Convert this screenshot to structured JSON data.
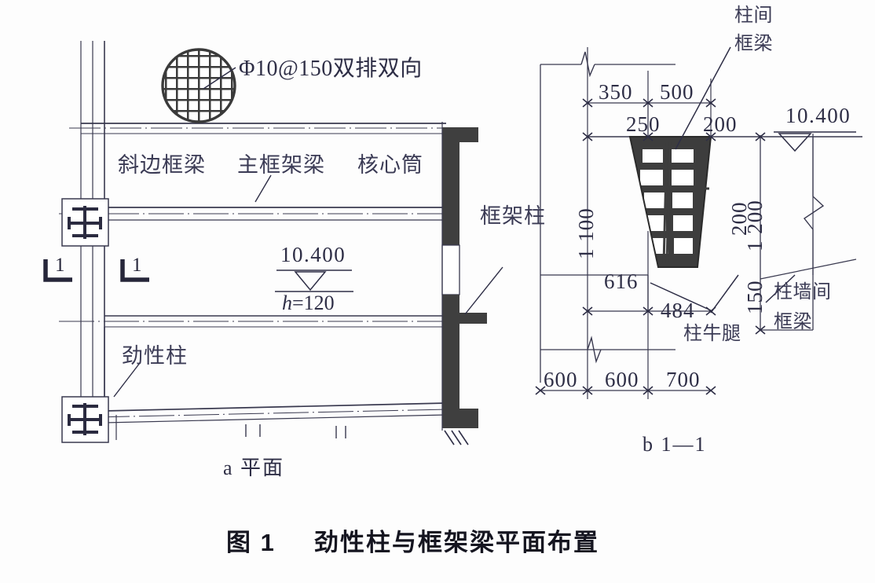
{
  "figure": {
    "caption_number": "图 1",
    "caption_title": "劲性柱与框架梁平面布置",
    "subcaption_a": "a  平面",
    "subcaption_b": "b  1—1"
  },
  "plan_view": {
    "name": "a 平面",
    "mesh_spec": "Φ10@150双排双向",
    "labels": {
      "slant_beam": "斜边框梁",
      "main_frame_beam": "主框架梁",
      "core_tube": "核心筒",
      "frame_column": "框架柱",
      "steel_column": "劲性柱"
    },
    "section_marks": [
      {
        "id": "section-mark-left",
        "text": "1"
      },
      {
        "id": "section-mark-right",
        "text": "1"
      }
    ],
    "elevation": {
      "value": "10.400",
      "thickness_note_prefix": "h",
      "thickness_note": "=120",
      "symbol": "elevation-triangle"
    }
  },
  "section_view": {
    "name": "b 1—1",
    "labels": {
      "inter_column_beam": "柱间\n框梁",
      "inter_column_beam_line1": "柱间",
      "inter_column_beam_line2": "框梁",
      "column_corbel": "柱牛腿",
      "column_wall_beam_line1": "柱墙间",
      "column_wall_beam_line2": "框梁"
    },
    "elevation": {
      "value": "10.400",
      "symbol": "elevation-triangle"
    },
    "dimensions": {
      "top_row": [
        "350",
        "500"
      ],
      "second_row": [
        "250",
        "200"
      ],
      "vertical_left": "1 100",
      "vertical_right_main": "1 200",
      "vertical_right_small": "150",
      "right_offset": "200",
      "mid_row": [
        "616",
        "484"
      ],
      "bottom_row": [
        "600",
        "600",
        "700"
      ]
    }
  },
  "colors": {
    "line": "#2e2e46",
    "fill_dark": "#3a3a3a",
    "paper": "#fdfdfd",
    "text": "#3b3b55"
  }
}
